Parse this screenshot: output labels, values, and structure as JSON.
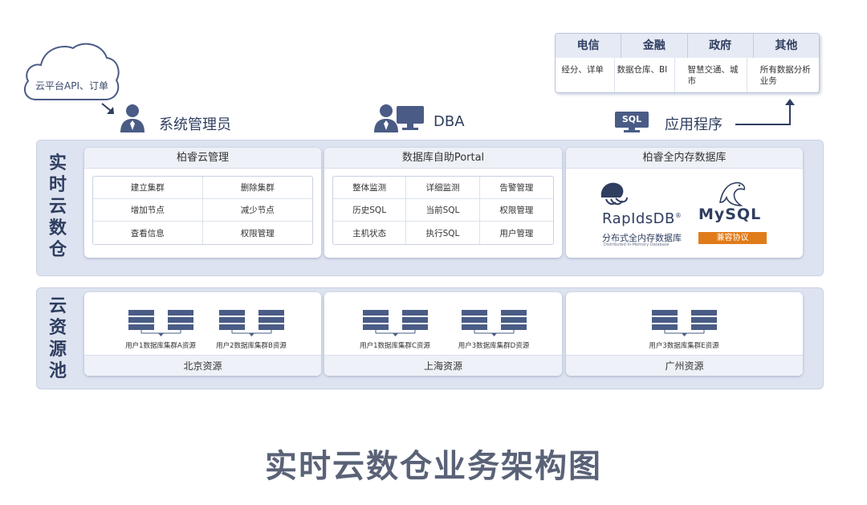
{
  "cloud": {
    "label": "云平台API、订单"
  },
  "roles": [
    {
      "label": "系统管理员"
    },
    {
      "label": "DBA"
    },
    {
      "label": "应用程序",
      "badge": "SQL"
    }
  ],
  "industries": {
    "headers": [
      "电信",
      "金融",
      "政府",
      "其他"
    ],
    "cells": [
      "经分、详单",
      "数据仓库、BI",
      "智慧交通、城市",
      "所有数据分析业务"
    ]
  },
  "realtime_band": {
    "label": "实时云数仓",
    "panels": [
      {
        "title": "柏睿云管理",
        "items": [
          "建立集群",
          "删除集群",
          "增加节点",
          "减少节点",
          "查看信息",
          "权限管理"
        ]
      },
      {
        "title": "数据库自助Portal",
        "items": [
          "整体监测",
          "详细监测",
          "告警管理",
          "历史SQL",
          "当前SQL",
          "权限管理",
          "主机状态",
          "执行SQL",
          "用户管理"
        ]
      },
      {
        "title": "柏睿全内存数据库",
        "rapidsdb": {
          "logo": "RapIdsDB",
          "mark": "®",
          "caption": "分布式全内存数据库",
          "subcaption": "Distributed In-Memory Database"
        },
        "mysql": {
          "logo": "MySQL",
          "badge": "兼容协议"
        }
      }
    ]
  },
  "resource_band": {
    "label": "云资源池",
    "pools": [
      {
        "region": "北京资源",
        "clusters": [
          "用户1数据库集群A资源",
          "用户2数据库集群B资源"
        ]
      },
      {
        "region": "上海资源",
        "clusters": [
          "用户1数据库集群C资源",
          "用户3数据库集群D资源"
        ]
      },
      {
        "region": "广州资源",
        "clusters": [
          "用户3数据库集群E资源"
        ]
      }
    ]
  },
  "title": "实时云数仓业务架构图",
  "colors": {
    "navy": "#2f3e60",
    "icon": "#4a5c86",
    "band": "#dde3f0",
    "orange": "#e07b1a"
  }
}
